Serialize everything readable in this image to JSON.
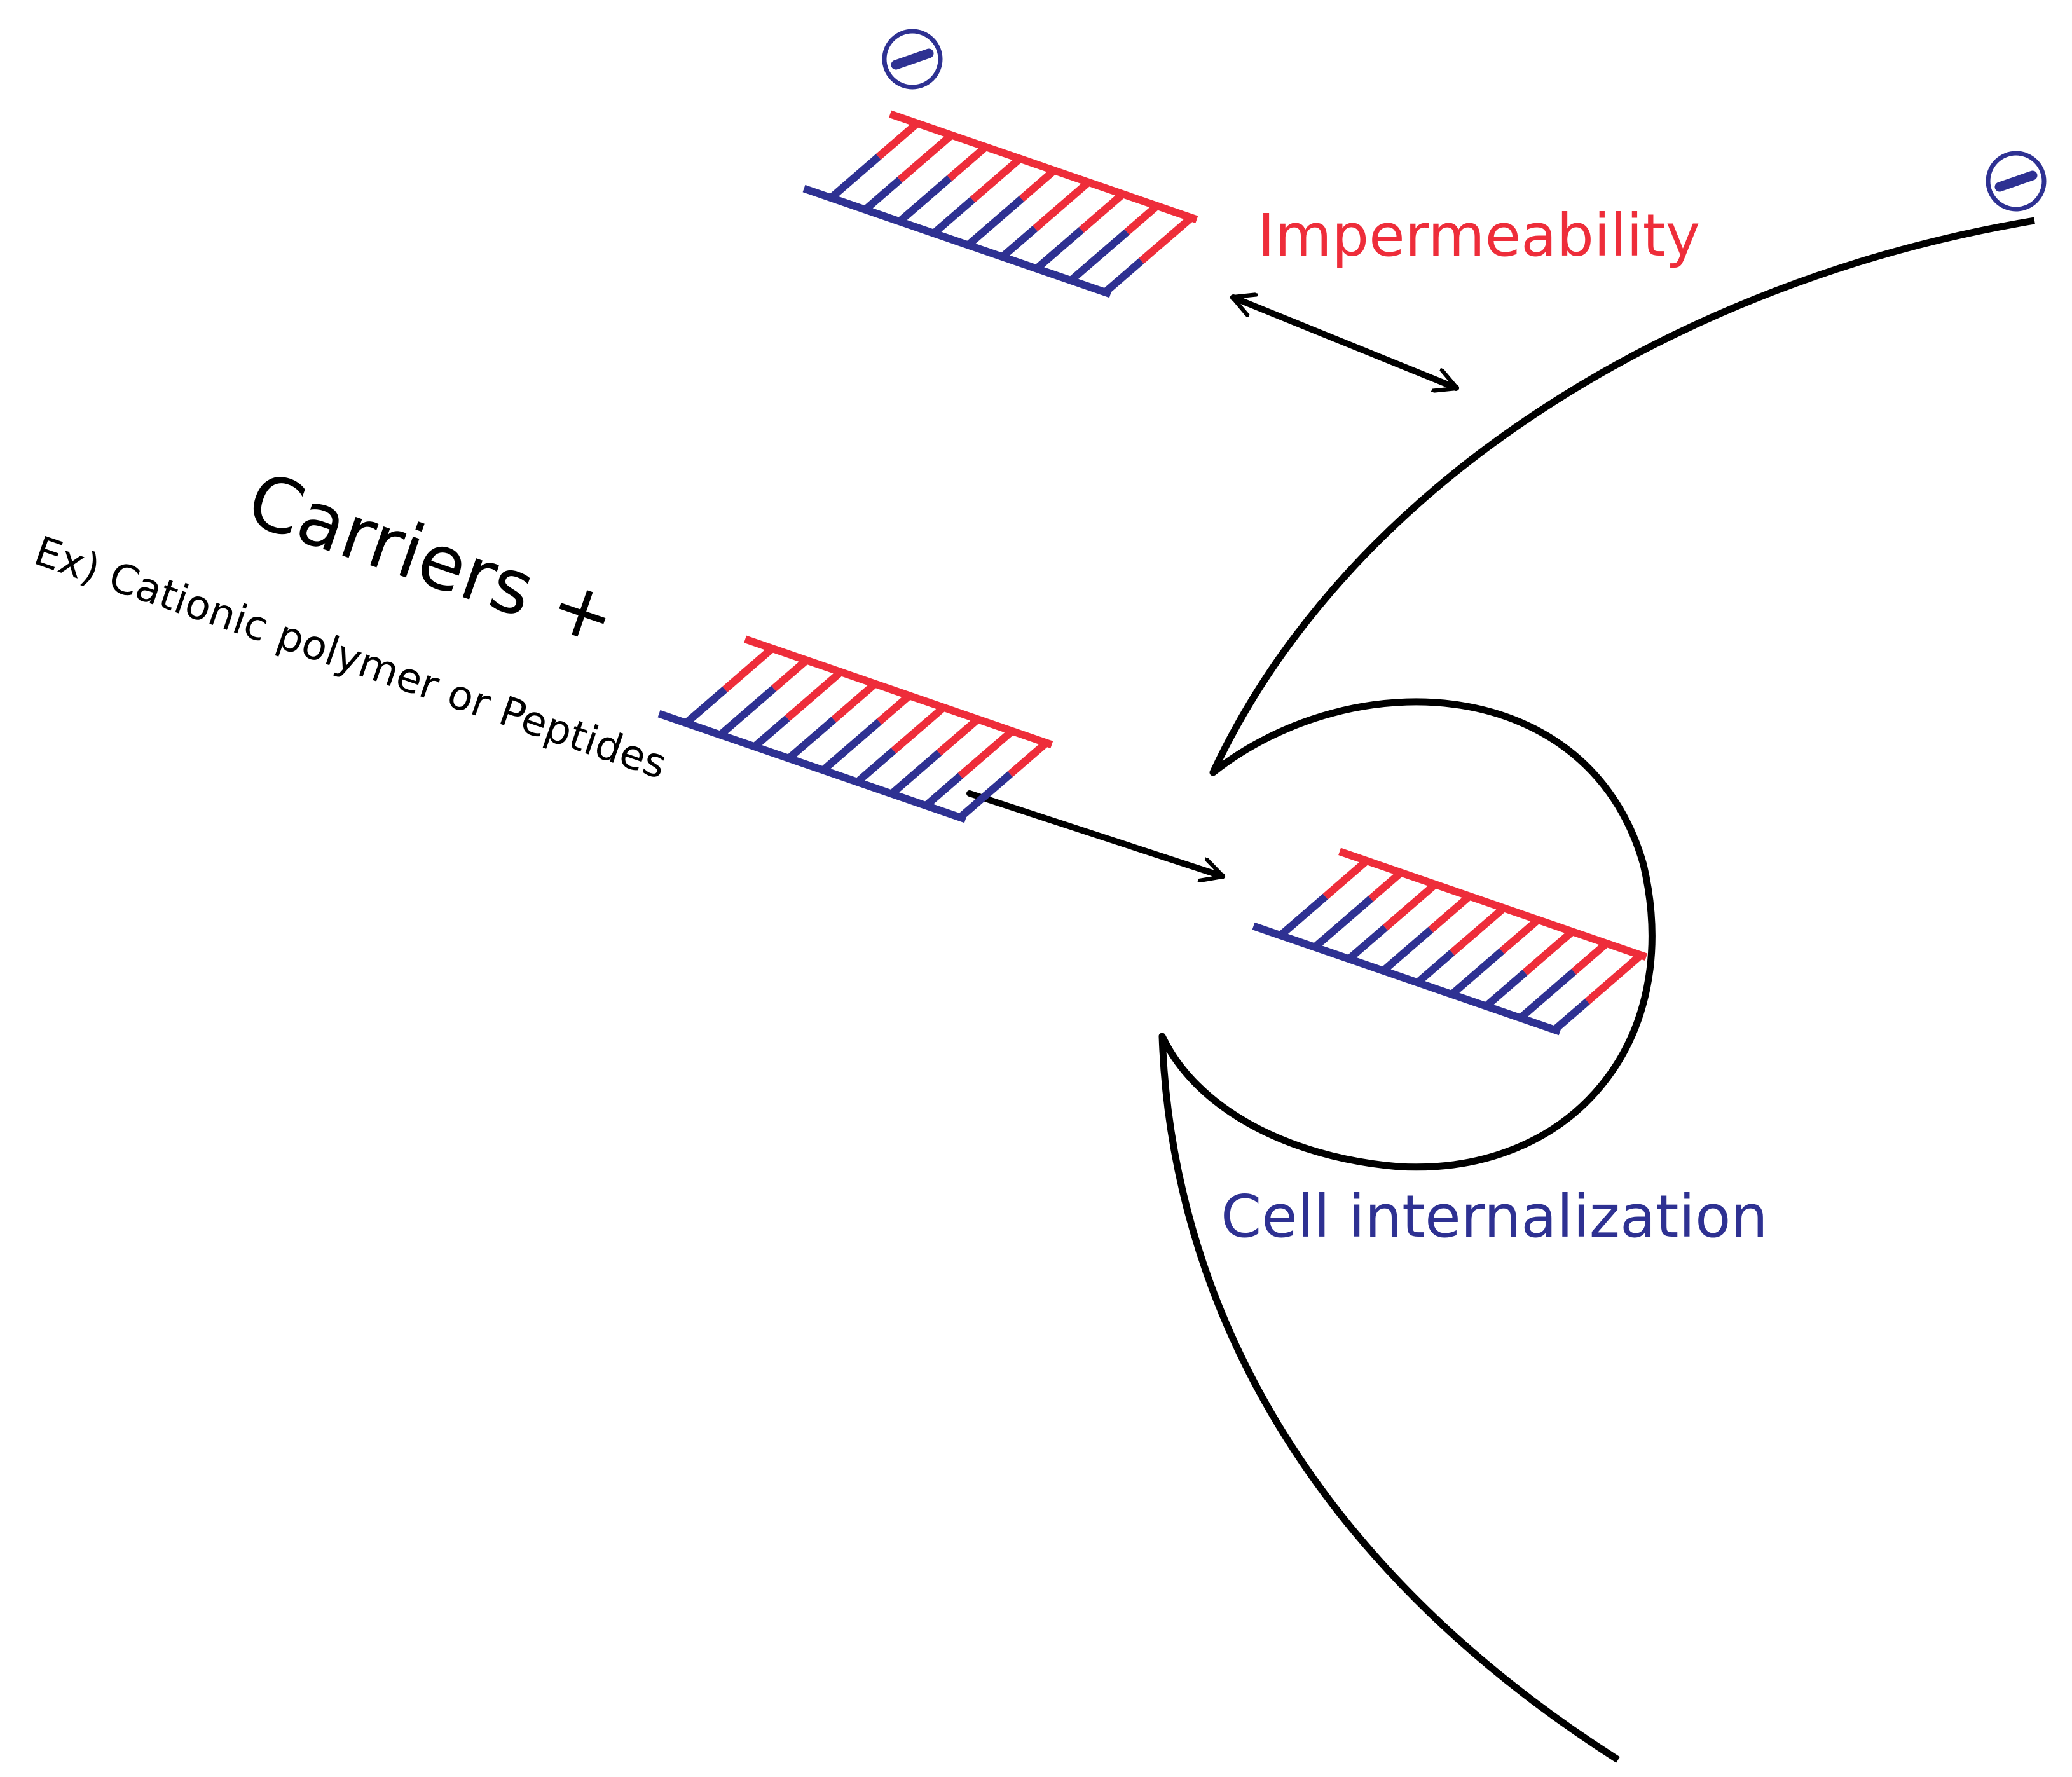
{
  "labels": {
    "impermeability": "Impermeability",
    "carriers": "Carriers +",
    "example": "Ex) Cationic polymer or Peptides",
    "internalization": "Cell internalization"
  },
  "colors": {
    "strand_red": "#ee2d3a",
    "strand_blue": "#2e3192",
    "membrane": "#000000",
    "arrow": "#000000",
    "impermeability_text": "#ee2d3a",
    "internalization_text": "#2e3192",
    "charge_symbol": "#2e3192"
  },
  "charge_symbols": [
    {
      "name": "negative-charge-icon",
      "meaning": "negative charge"
    },
    {
      "name": "negative-charge-icon",
      "meaning": "negative charge"
    }
  ],
  "dna_duplexes": [
    {
      "name": "sirna-duplex-free",
      "rungs": 9
    },
    {
      "name": "sirna-duplex-carrier",
      "rungs": 9
    },
    {
      "name": "sirna-duplex-internalized",
      "rungs": 9
    }
  ]
}
